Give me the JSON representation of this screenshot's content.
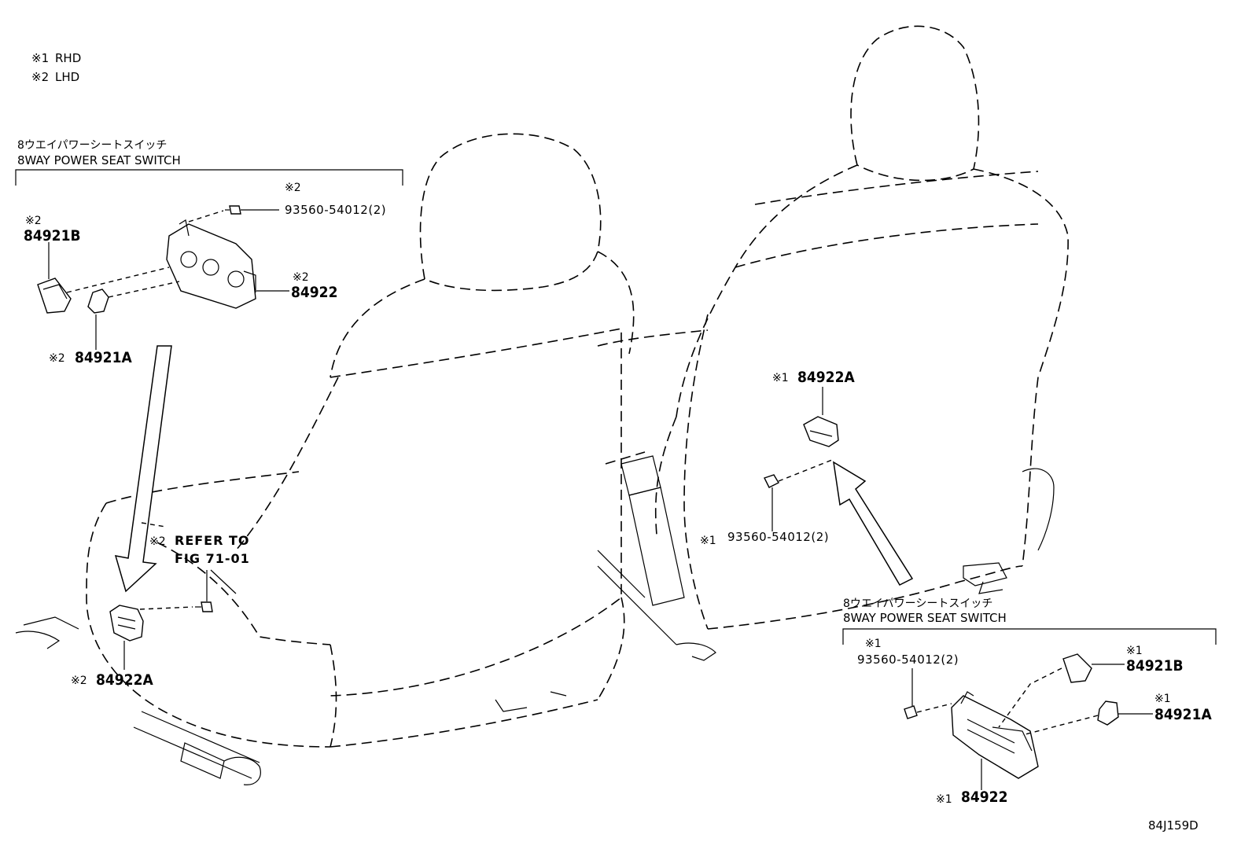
{
  "notes": [
    {
      "mark": "※1",
      "text": "RHD"
    },
    {
      "mark": "※2",
      "text": "LHD"
    }
  ],
  "groups": {
    "left": {
      "title_jp": "8ウエイパワーシートスイッチ",
      "title_en": "8WAY POWER SEAT SWITCH"
    },
    "right": {
      "title_jp": "8ウエイパワーシートスイッチ",
      "title_en": "8WAY POWER SEAT SWITCH"
    }
  },
  "callouts": {
    "left_bolt_mark": "※2",
    "left_bolt": "93560-54012(2)",
    "left_84921b_mark": "※2",
    "left_84921b": "84921B",
    "left_84922_mark": "※2",
    "left_84922": "84922",
    "left_84921a_mark": "※2",
    "left_84921a": "84921A",
    "refer_mark": "※2",
    "refer_line1": "REFER TO",
    "refer_line2": "FIG 71-01",
    "left_84922a_mark": "※2",
    "left_84922a": "84922A",
    "right_84922a_mark": "※1",
    "right_84922a": "84922A",
    "right_seat_bolt_mark": "※1",
    "right_seat_bolt": "93560-54012(2)",
    "right_bolt_mark": "※1",
    "right_bolt": "93560-54012(2)",
    "right_84921b_mark": "※1",
    "right_84921b": "84921B",
    "right_84921a_mark": "※1",
    "right_84921a": "84921A",
    "right_84922_mark": "※1",
    "right_84922": "84922"
  },
  "figure_code": "84J159D"
}
